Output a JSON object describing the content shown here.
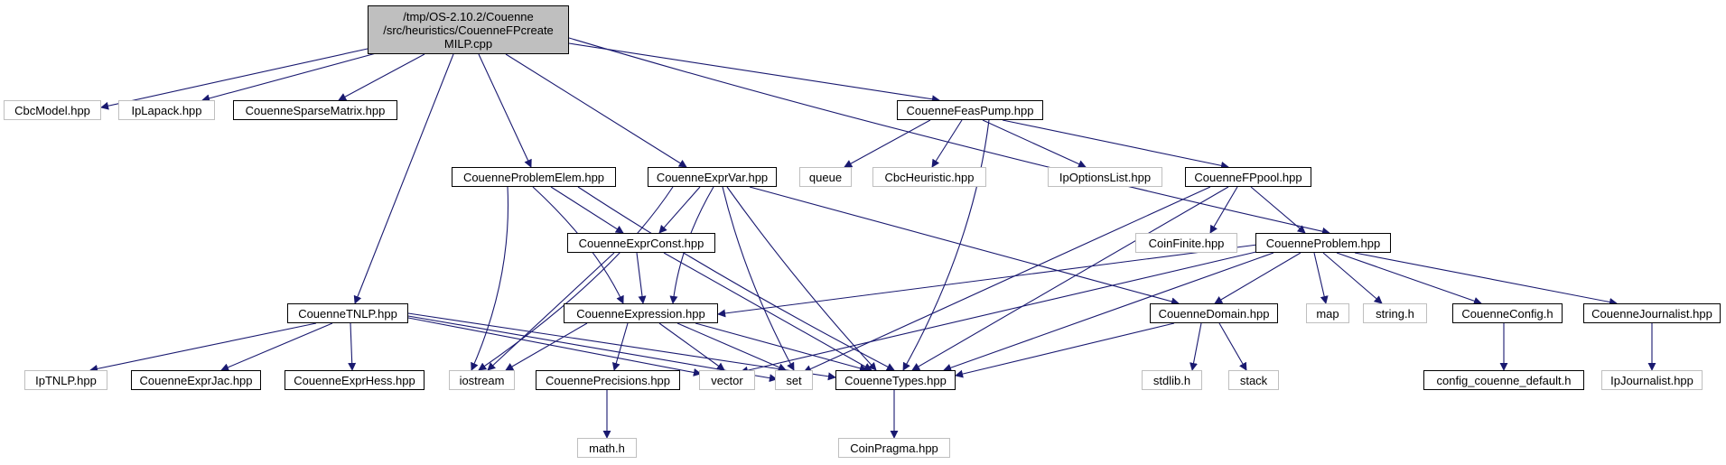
{
  "diagram": {
    "root": {
      "line1": "/tmp/OS-2.10.2/Couenne",
      "line2": "/src/heuristics/CouenneFPcreate",
      "line3": "MILP.cpp"
    },
    "nodes": {
      "cbcmodel": "CbcModel.hpp",
      "iplapack": "IpLapack.hpp",
      "sparsematrix": "CouenneSparseMatrix.hpp",
      "feaspump": "CouenneFeasPump.hpp",
      "queue": "queue",
      "cbcheuristic": "CbcHeuristic.hpp",
      "ipoptionslist": "IpOptionsList.hpp",
      "fppool": "CouenneFPpool.hpp",
      "problemelem": "CouenneProblemElem.hpp",
      "exprvar": "CouenneExprVar.hpp",
      "coinfinite": "CoinFinite.hpp",
      "problem": "CouenneProblem.hpp",
      "exprconst": "CouenneExprConst.hpp",
      "tnlp": "CouenneTNLP.hpp",
      "expression": "CouenneExpression.hpp",
      "domain": "CouenneDomain.hpp",
      "map": "map",
      "stringh": "string.h",
      "config": "CouenneConfig.h",
      "journalist": "CouenneJournalist.hpp",
      "iptnlp": "IpTNLP.hpp",
      "exprjac": "CouenneExprJac.hpp",
      "exprhess": "CouenneExprHess.hpp",
      "iostream": "iostream",
      "precisions": "CouennePrecisions.hpp",
      "vector": "vector",
      "set": "set",
      "types": "CouenneTypes.hpp",
      "stdlib": "stdlib.h",
      "stack": "stack",
      "configdefault": "config_couenne_default.h",
      "ipjournalist": "IpJournalist.hpp",
      "mathh": "math.h",
      "coinpragma": "CoinPragma.hpp"
    }
  }
}
